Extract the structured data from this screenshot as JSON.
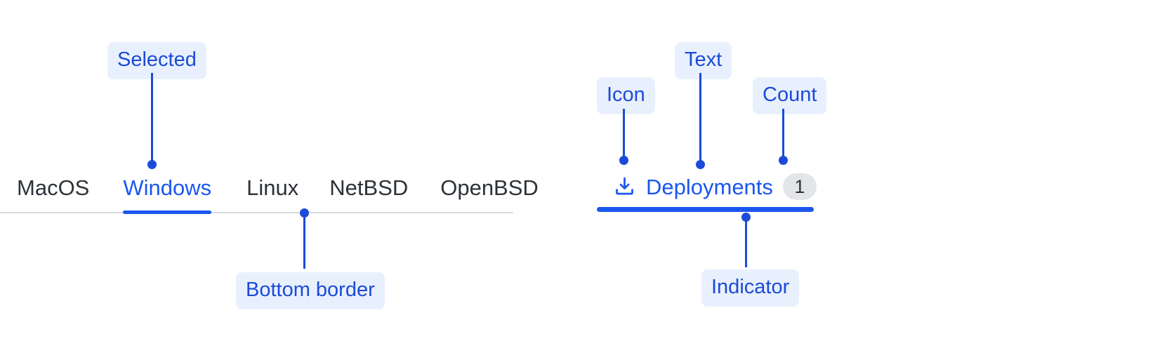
{
  "theme": {
    "accent": "#1a56f0",
    "callout_bg": "#e9f0fd",
    "callout_text": "#1b4bd8",
    "tab_text": "#2c3238",
    "rule": "#d7dadd",
    "badge_bg": "#e3e5e8"
  },
  "left_tabbar": {
    "tabs": [
      {
        "label": "MacOS",
        "selected": false
      },
      {
        "label": "Windows",
        "selected": true
      },
      {
        "label": "Linux",
        "selected": false
      },
      {
        "label": "NetBSD",
        "selected": false
      },
      {
        "label": "OpenBSD",
        "selected": false
      }
    ],
    "annotations": {
      "selected": "Selected",
      "bottom_border": "Bottom border"
    }
  },
  "right_tab": {
    "icon": "download-tray-icon",
    "label": "Deployments",
    "count": "1",
    "selected": true,
    "annotations": {
      "icon": "Icon",
      "text": "Text",
      "count": "Count",
      "indicator": "Indicator"
    }
  }
}
